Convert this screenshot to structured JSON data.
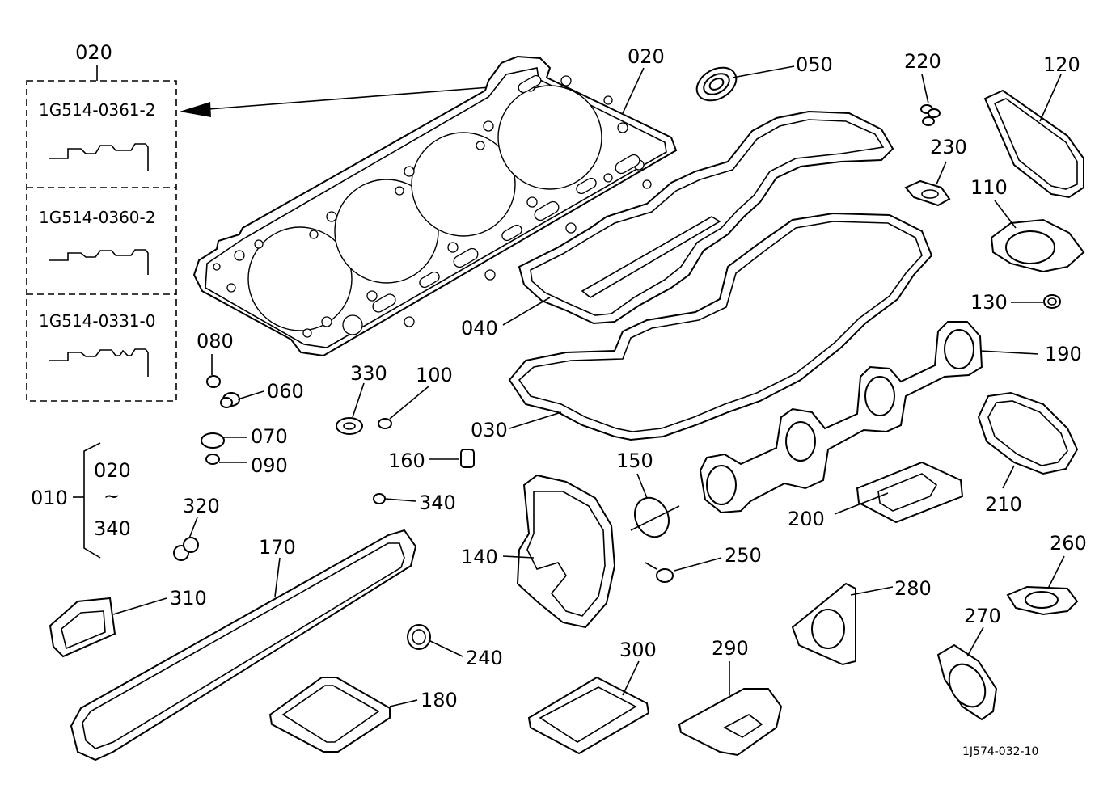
{
  "variants_box": {
    "header_label": "020",
    "variants": [
      {
        "code": "1G514-0361-2"
      },
      {
        "code": "1G514-0360-2"
      },
      {
        "code": "1G514-0331-0"
      }
    ]
  },
  "kit_range": {
    "label": "010",
    "range_start": "020",
    "range_symbol": "~",
    "range_end": "340"
  },
  "callouts": {
    "p020": "020",
    "p030": "030",
    "p040": "040",
    "p050": "050",
    "p060": "060",
    "p070": "070",
    "p080": "080",
    "p090": "090",
    "p100": "100",
    "p110": "110",
    "p120": "120",
    "p130": "130",
    "p140": "140",
    "p150": "150",
    "p160": "160",
    "p170": "170",
    "p180": "180",
    "p190": "190",
    "p200": "200",
    "p210": "210",
    "p220": "220",
    "p230": "230",
    "p240": "240",
    "p250": "250",
    "p260": "260",
    "p270": "270",
    "p280": "280",
    "p290": "290",
    "p300": "300",
    "p310": "310",
    "p320": "320",
    "p330": "330",
    "p340": "340"
  },
  "drawing_id": "1J574-032-10"
}
